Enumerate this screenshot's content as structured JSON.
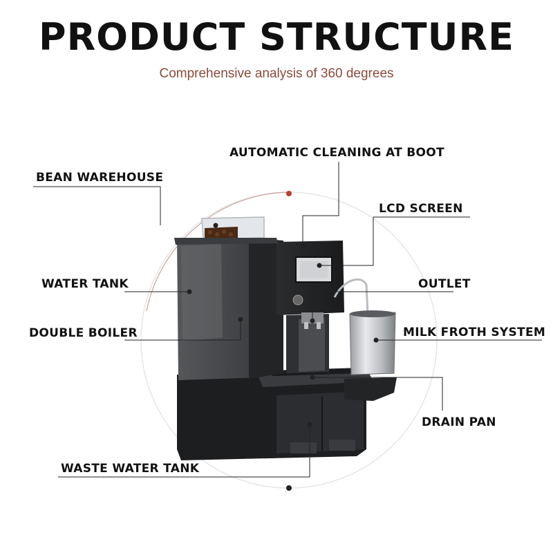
{
  "header": {
    "title": "PRODUCT STRUCTURE",
    "subtitle": "Comprehensive analysis of 360 degrees"
  },
  "labels": {
    "automatic_cleaning": "AUTOMATIC CLEANING AT BOOT",
    "bean_warehouse": "BEAN WAREHOUSE",
    "lcd_screen": "LCD SCREEN",
    "water_tank": "WATER TANK",
    "outlet": "OUTLET",
    "double_boiler": "DOUBLE BOILER",
    "milk_froth_system": "MILK FROTH SYSTEM",
    "drain_pan": "DRAIN PAN",
    "waste_water_tank": "WASTE WATER TANK"
  },
  "colors": {
    "accent": "#b5412c",
    "machine_body": "#2e2f31",
    "leader_line": "#222222"
  }
}
